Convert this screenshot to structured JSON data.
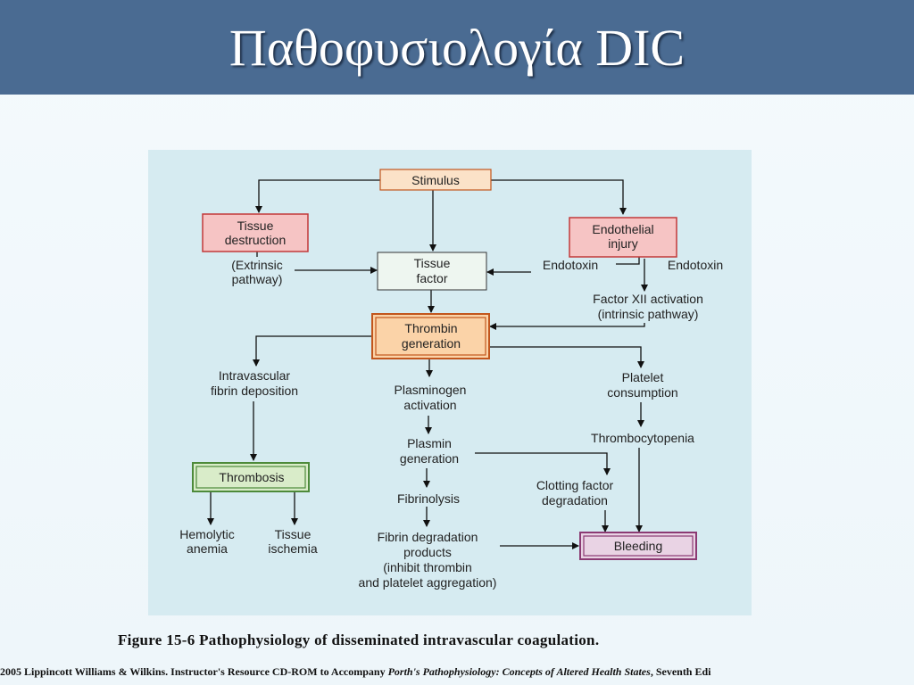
{
  "title": "Παθοφυσιολογία DIC",
  "nodes": {
    "stimulus": "Stimulus",
    "tissue_destruction": [
      "Tissue",
      "destruction"
    ],
    "endothelial_injury": [
      "Endothelial",
      "injury"
    ],
    "extrinsic_pathway": [
      "(Extrinsic",
      "pathway)"
    ],
    "tissue_factor": [
      "Tissue",
      "factor"
    ],
    "endotoxin_left": "Endotoxin",
    "endotoxin_right": "Endotoxin",
    "factor_xii": [
      "Factor XII activation",
      "(intrinsic pathway)"
    ],
    "thrombin_generation": [
      "Thrombin",
      "generation"
    ],
    "intravascular_fibrin": [
      "Intravascular",
      "fibrin deposition"
    ],
    "plasminogen_activation": [
      "Plasminogen",
      "activation"
    ],
    "platelet_consumption": [
      "Platelet",
      "consumption"
    ],
    "plasmin_generation": [
      "Plasmin",
      "generation"
    ],
    "thrombocytopenia": "Thrombocytopenia",
    "thrombosis": "Thrombosis",
    "fibrinolysis": "Fibrinolysis",
    "clotting_factor_degradation": [
      "Clotting factor",
      "degradation"
    ],
    "hemolytic_anemia": [
      "Hemolytic",
      "anemia"
    ],
    "tissue_ischemia": [
      "Tissue",
      "ischemia"
    ],
    "fdp": [
      "Fibrin degradation",
      "products",
      "(inhibit thrombin",
      "and platelet aggregation)"
    ],
    "bleeding": "Bleeding"
  },
  "caption": "Figure 15-6 Pathophysiology of disseminated intravascular coagulation.",
  "copyright": {
    "prefix": "2005 Lippincott Williams & Wilkins.  Instructor's Resource CD-ROM to Accompany ",
    "italic": "Porth's Pathophysiology: Concepts of Altered Health States",
    "suffix": ", Seventh Edi"
  },
  "colors": {
    "title_bar": "#4a6b92",
    "panel": "#d6ebf1",
    "stimulus_box": "#fbe2c8",
    "red_box": "#f6c4c4",
    "red_border": "#c23a3a",
    "tissue_factor_box": "#eef6f0",
    "thrombin_box": "#fbd3a8",
    "thrombin_border": "#c2561d",
    "thrombosis_box": "#d9ecc9",
    "thrombosis_border": "#4d8a3a",
    "bleeding_box": "#e9d3e4",
    "bleeding_border": "#8b3a73"
  }
}
